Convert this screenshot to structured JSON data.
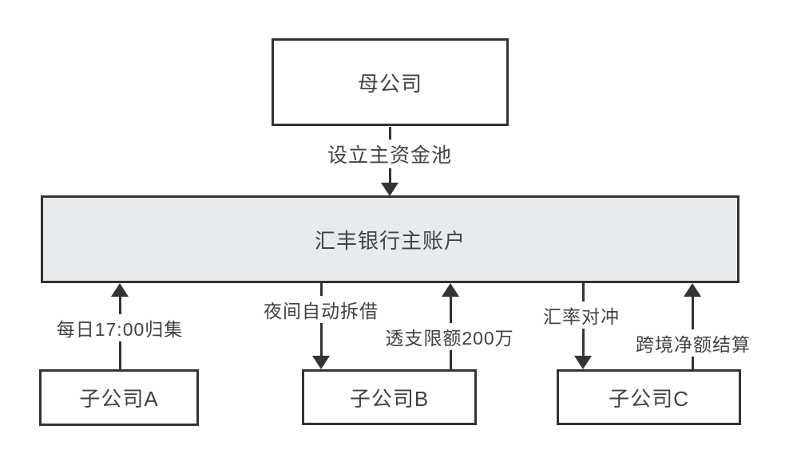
{
  "diagram": {
    "type": "flowchart",
    "nodes": {
      "parent": {
        "label": "母公司"
      },
      "main_account": {
        "label": "汇丰银行主账户"
      },
      "sub_a": {
        "label": "子公司A"
      },
      "sub_b": {
        "label": "子公司B"
      },
      "sub_c": {
        "label": "子公司C"
      }
    },
    "edges": {
      "setup_pool": {
        "label": "设立主资金池",
        "from": "parent",
        "to": "main_account",
        "direction": "down"
      },
      "daily_collect": {
        "label": "每日17:00归集",
        "from": "sub_a",
        "to": "main_account",
        "direction": "up"
      },
      "overnight_loan": {
        "label": "夜间自动拆借",
        "from": "main_account",
        "to": "sub_b",
        "direction": "down"
      },
      "overdraft": {
        "label": "透支限额200万",
        "from": "sub_b",
        "to": "main_account",
        "direction": "up"
      },
      "fx_hedge": {
        "label": "汇率对冲",
        "from": "main_account",
        "to": "sub_c",
        "direction": "down"
      },
      "netting": {
        "label": "跨境净额结算",
        "from": "sub_c",
        "to": "main_account",
        "direction": "up"
      }
    },
    "colors": {
      "line": "#333333",
      "text": "#3f4246",
      "main_account_fill": "#e8ebee",
      "background": "#ffffff"
    }
  }
}
